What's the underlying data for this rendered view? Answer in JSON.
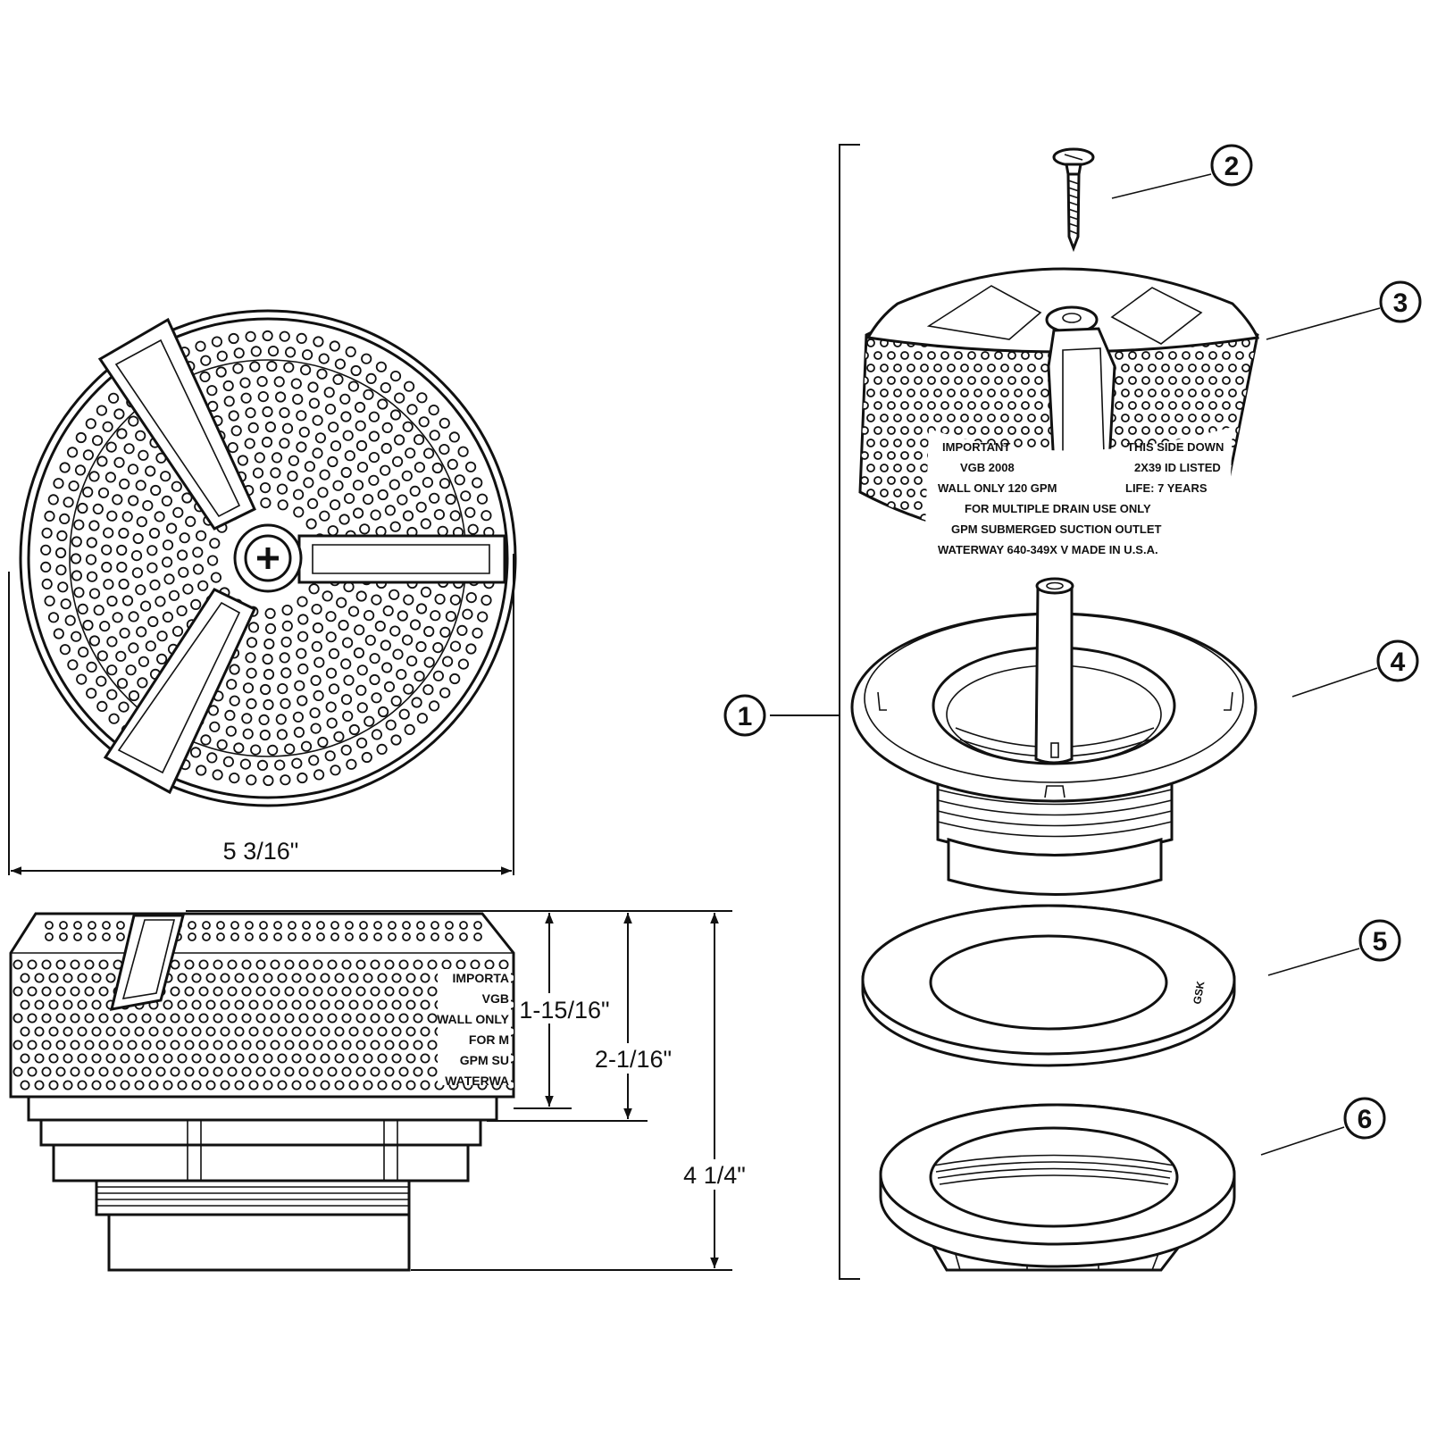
{
  "dimensions": {
    "width": "5 3/16\"",
    "screen_height": "1-15/16\"",
    "cover_height": "2-1/16\"",
    "overall_height": "4 1/4\""
  },
  "callouts": [
    "1",
    "2",
    "3",
    "4",
    "5",
    "6"
  ],
  "cover_label_lines": [
    [
      "IMPORTANT",
      "THIS SIDE DOWN"
    ],
    [
      "VGB 2008",
      "2X39 ID LISTED"
    ],
    [
      "WALL ONLY 120 GPM",
      "LIFE: 7 YEARS"
    ],
    [
      "FOR MULTIPLE DRAIN USE ONLY",
      ""
    ],
    [
      "GPM SUBMERGED SUCTION OUTLET",
      ""
    ],
    [
      "WATERWAY  640-349X V  MADE IN U.S.A.",
      ""
    ]
  ]
}
